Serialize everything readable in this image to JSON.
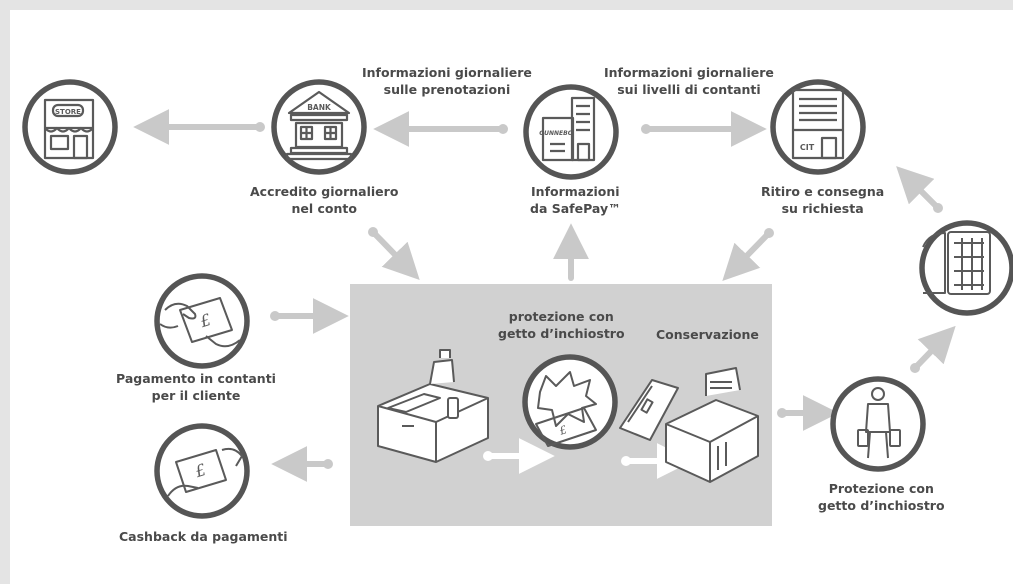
{
  "colors": {
    "ring": "#555555",
    "arrow": "#c9c9c9",
    "panel": "#d1d1d1",
    "ink": "#5a5a5a",
    "text": "#4a4a4a"
  },
  "icons": {
    "store": "store-icon",
    "bank": "bank-icon",
    "gunnebo": "gunnebo-building-icon",
    "cit": "cit-building-icon",
    "truck": "cash-truck-icon",
    "cash_payment": "cash-payment-hands-icon",
    "cashback": "cashback-hands-icon",
    "courier": "courier-person-icon"
  },
  "pictograms": {
    "store_sign": "STORE",
    "bank_sign": "BANK",
    "gunnebo_sign": "GUNNEBO",
    "cit_sign": "CIT"
  },
  "labels": {
    "bank_credit": [
      "Accredito giornaliero",
      "nel conto"
    ],
    "booking_info": [
      "Informazioni giornaliere",
      "sulle prenotazioni"
    ],
    "cash_level_info": [
      "Informazioni giornaliere",
      "sui livelli di contanti"
    ],
    "safepay_info": [
      "Informazioni",
      "da SafePay™"
    ],
    "pickup": [
      "Ritiro e consegna",
      "su richiesta"
    ],
    "customer_payment": [
      "Pagamento in contanti",
      "per il cliente"
    ],
    "cashback": [
      "Cashback da pagamenti"
    ],
    "ink_protection_inner": [
      "protezione con",
      "getto d’inchiostro"
    ],
    "storage": [
      "Conservazione"
    ],
    "ink_protection_outer": [
      "Protezione con",
      "getto d’inchiostro"
    ]
  }
}
